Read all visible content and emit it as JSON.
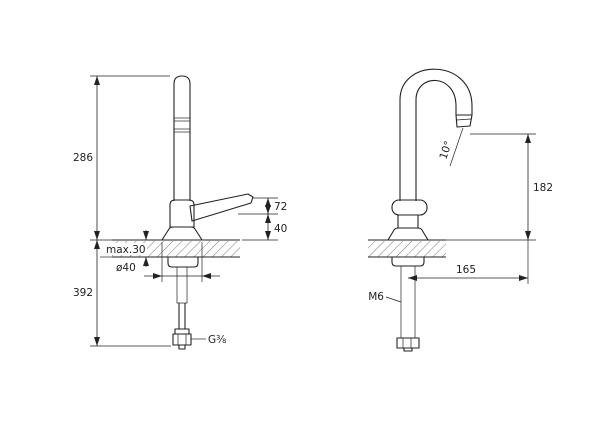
{
  "drawing": {
    "type": "faucet-installation-dimensions",
    "colors": {
      "line": "#222222",
      "background": "#ffffff"
    },
    "views": {
      "front": {
        "dims": {
          "height": "286",
          "hose_length": "392",
          "counter_thickness": "max.30",
          "base_diameter": "ø40",
          "handle_tip_height": "72",
          "handle_base_height": "40",
          "hose_thread": "G⅜"
        }
      },
      "side": {
        "dims": {
          "spout_angle": "10°",
          "spout_height": "182",
          "spout_reach": "165",
          "stud_thread": "M6"
        }
      }
    }
  }
}
